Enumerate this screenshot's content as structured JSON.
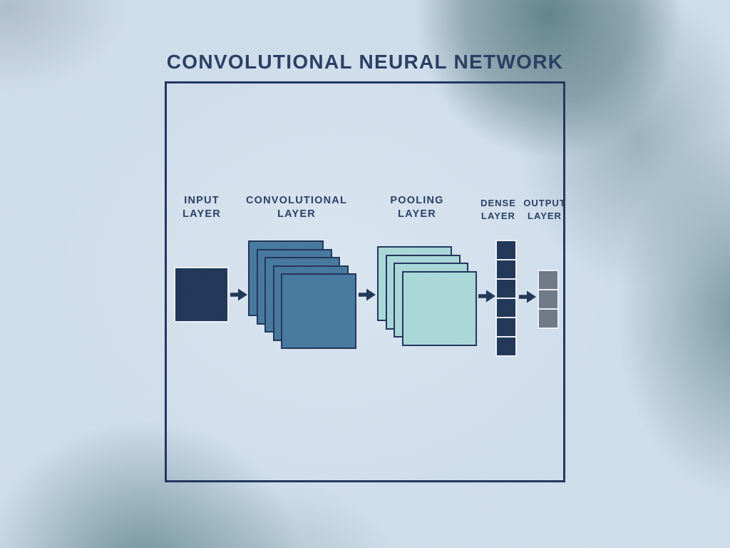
{
  "title": "CONVOLUTIONAL NEURAL NETWORK",
  "layers": {
    "input": {
      "label_line1": "INPUT",
      "label_line2": "LAYER",
      "count": 1
    },
    "conv": {
      "label_line1": "CONVOLUTIONAL",
      "label_line2": "LAYER",
      "count": 5
    },
    "pooling": {
      "label_line1": "POOLING",
      "label_line2": "LAYER",
      "count": 4
    },
    "dense": {
      "label_line1": "DENSE",
      "label_line2": "LAYER",
      "count": 6
    },
    "output": {
      "label_line1": "OUTPUT",
      "label_line2": "LAYER",
      "count": 3
    }
  },
  "icons": {
    "flow_arrow": "arrow-right-icon"
  },
  "colors": {
    "background": "#cfdeec",
    "accent_teal": "#6e929c",
    "navy": "#1f3557",
    "conv_blue": "#46789e",
    "pool_mint": "#a9d8d9",
    "output_gray": "#6f7885",
    "text_navy": "#273c60",
    "box_border": "#20345a",
    "light_outline": "#edf2f8"
  }
}
